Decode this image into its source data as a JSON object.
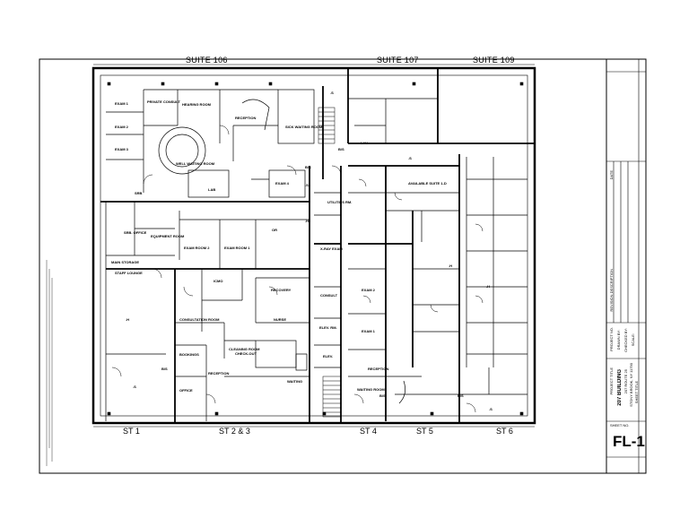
{
  "suites": {
    "s106": "SUITE 106",
    "s107": "SUITE 107",
    "s109": "SUITE 109"
  },
  "stores": {
    "st1": "ST 1",
    "st23": "ST 2 & 3",
    "st4": "ST 4",
    "st5": "ST 5",
    "st6": "ST 6"
  },
  "rooms": {
    "exam1_top": "EXAM 1",
    "exam2_top": "EXAM 2",
    "exam3_top": "EXAM 3",
    "private_consult": "PRIVATE CONSULT",
    "hearing_room": "HEARING ROOM",
    "reception_top": "RECEPTION",
    "sick_waiting": "SICK WAITING ROOM",
    "well_waiting": "WELL WAITING ROOM",
    "lab": "LAB",
    "exam4": "EXAM 4",
    "srb": "SRB",
    "srb_office": "SRB. OFFICE",
    "equipment_room": "EQUIPMENT ROOM",
    "main_storage": "MAIN STORAGE",
    "staff_lounge": "STAFF LOUNGE",
    "exam_room2": "EXAM ROOM 2",
    "exam_room1": "EXAM ROOM 1",
    "or": "OR",
    "icmo": "ICMO",
    "recovery": "RECOVERY",
    "nurse": "NURSE",
    "consultation_room": "CONSULTATION ROOM",
    "cleaning_room": "CLEANING ROOM",
    "bookings": "BOOKINGS",
    "reception_st2": "RECEPTION",
    "office": "OFFICE",
    "check_out": "CHECK-OUT",
    "waiting": "WAITING",
    "utilities_rm": "UTILITIES RM.",
    "xray_exam": "X-RAY EXAM",
    "consult": "CONSULT",
    "elev_rm": "ELEV. RM.",
    "elev": "ELEV.",
    "available_suite": "AVAILABLE SUITE 1-D",
    "exam2_st4": "EXAM 2",
    "exam1_st4": "EXAM 1",
    "reception_st4": "RECEPTION",
    "waiting_room": "WAITING ROOM",
    "lav": "LAV."
  },
  "title_block": {
    "project_title": "PROJECT TITLE",
    "building": "207 BUILDING",
    "address1": "207 ROUTE 25",
    "address2": "STONY BROOK, NY 11790",
    "sheet_title": "SHEET TITLE",
    "sheet_no_label": "SHEET NO.",
    "sheet_no": "FL-1",
    "revision_desc": "REVISION DESCRIPTION",
    "date": "DATE",
    "project_no": "PROJECT NO.",
    "drawn_by": "DRAWN BY:",
    "checked_by": "CHECKED BY:",
    "scale": "SCALE:"
  },
  "markers": {
    "h": ".H",
    "s": ".S",
    "bs": "B/S"
  }
}
